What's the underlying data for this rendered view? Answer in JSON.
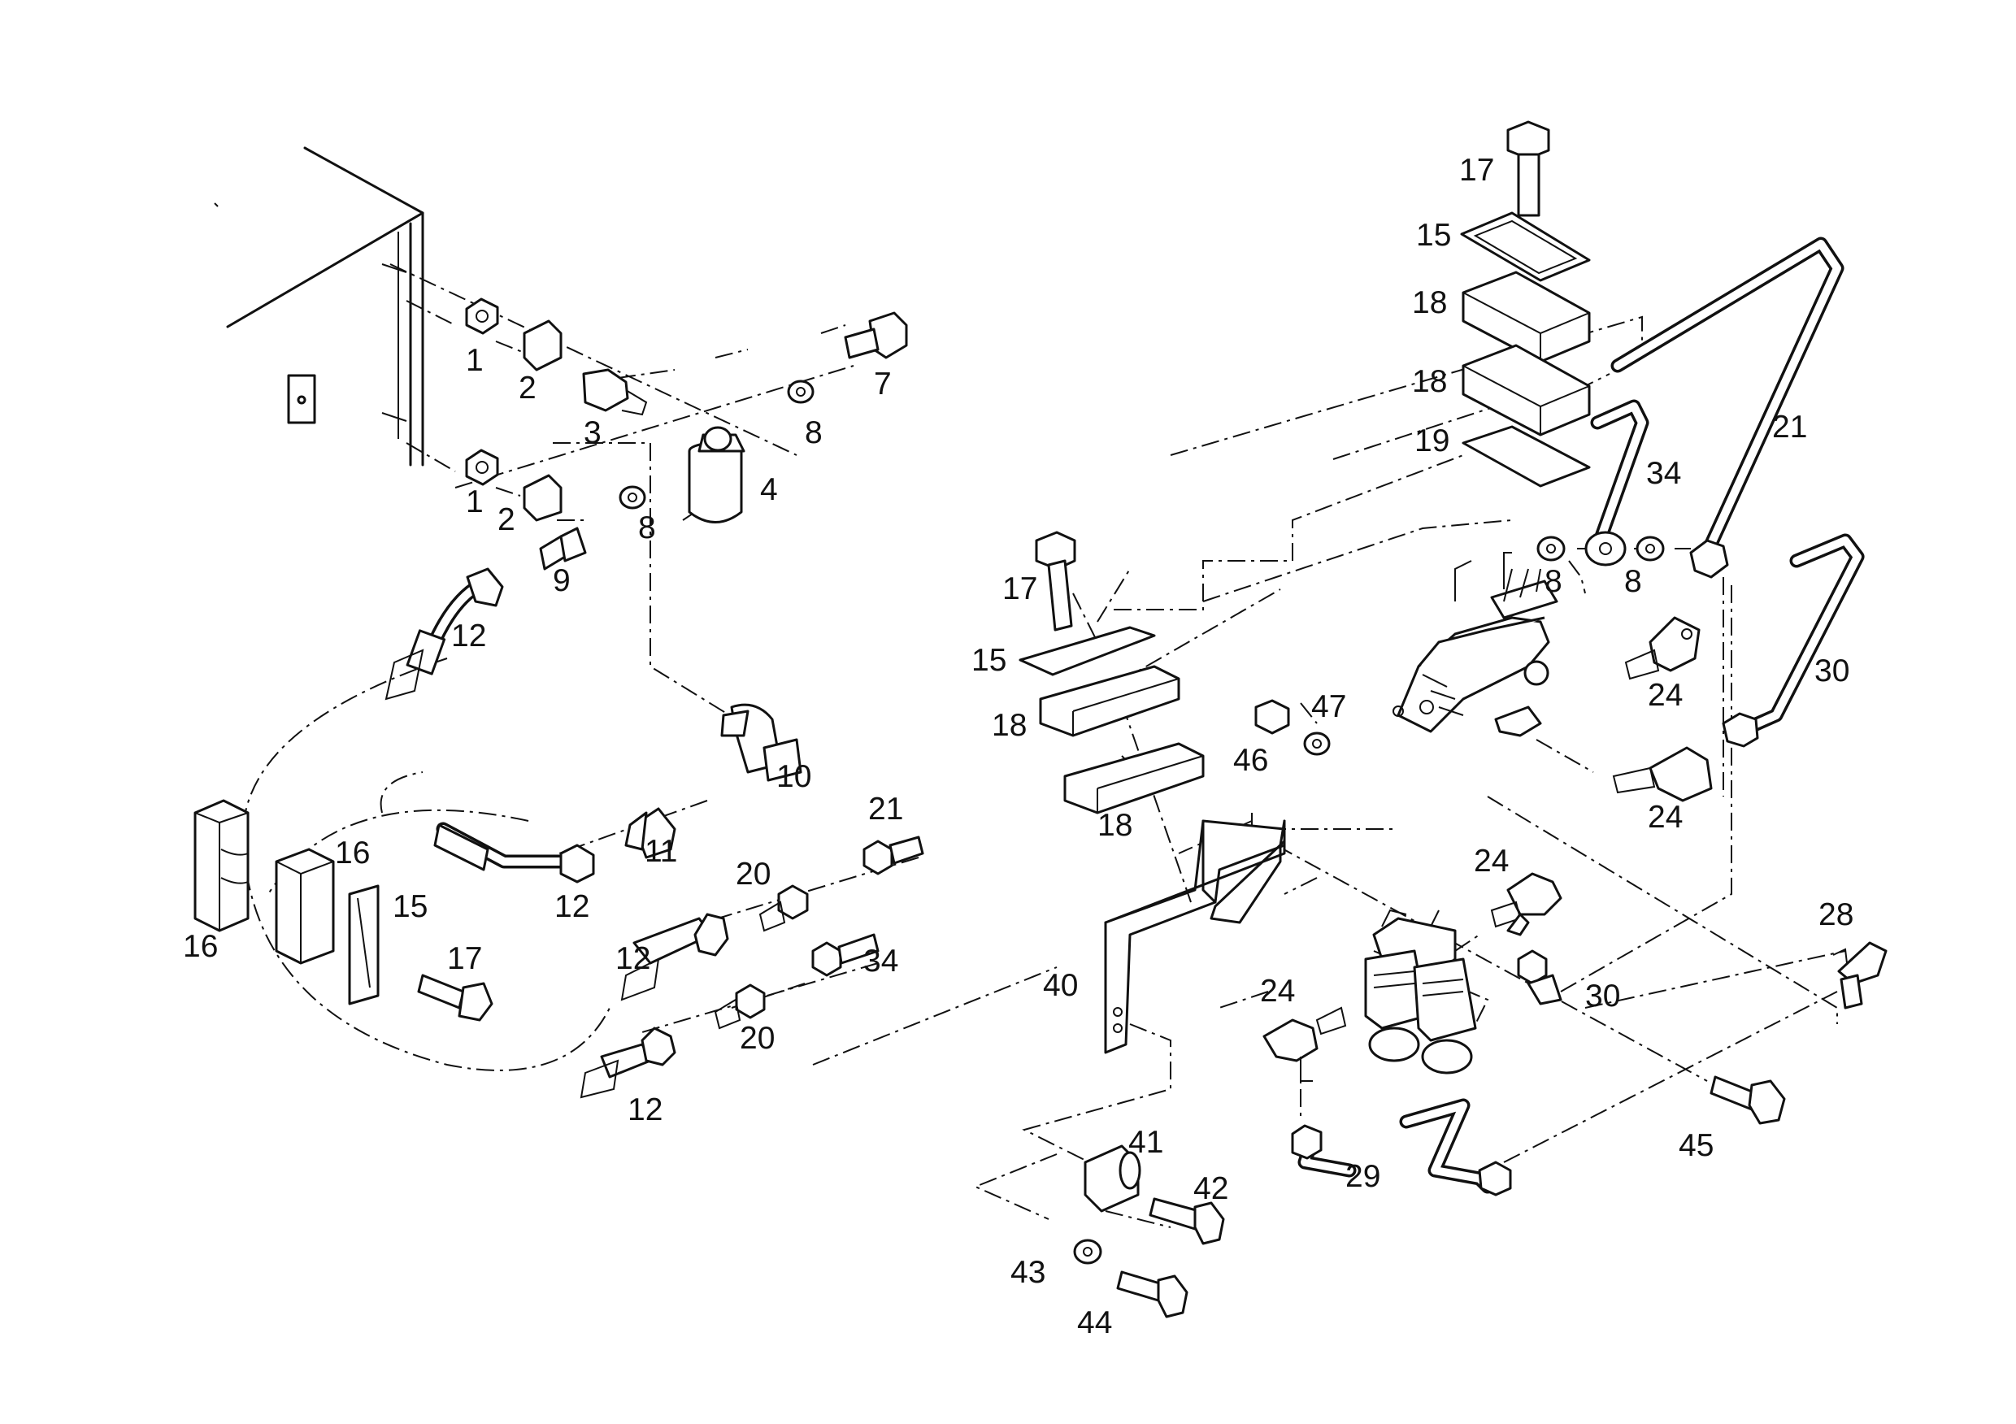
{
  "callouts": [
    "1",
    "1",
    "2",
    "2",
    "3",
    "4",
    "7",
    "8",
    "8",
    "9",
    "10",
    "11",
    "12",
    "12",
    "12",
    "12",
    "15",
    "16",
    "16",
    "17",
    "17",
    "18",
    "18",
    "15",
    "19",
    "17",
    "15",
    "18",
    "18",
    "21",
    "34",
    "8",
    "8",
    "21",
    "20",
    "20",
    "34",
    "24",
    "24",
    "30",
    "24",
    "24",
    "30",
    "28",
    "29",
    "40",
    "41",
    "42",
    "43",
    "44",
    "45",
    "46",
    "47"
  ],
  "colors": {
    "ink": "#111111",
    "paper": "#ffffff"
  }
}
